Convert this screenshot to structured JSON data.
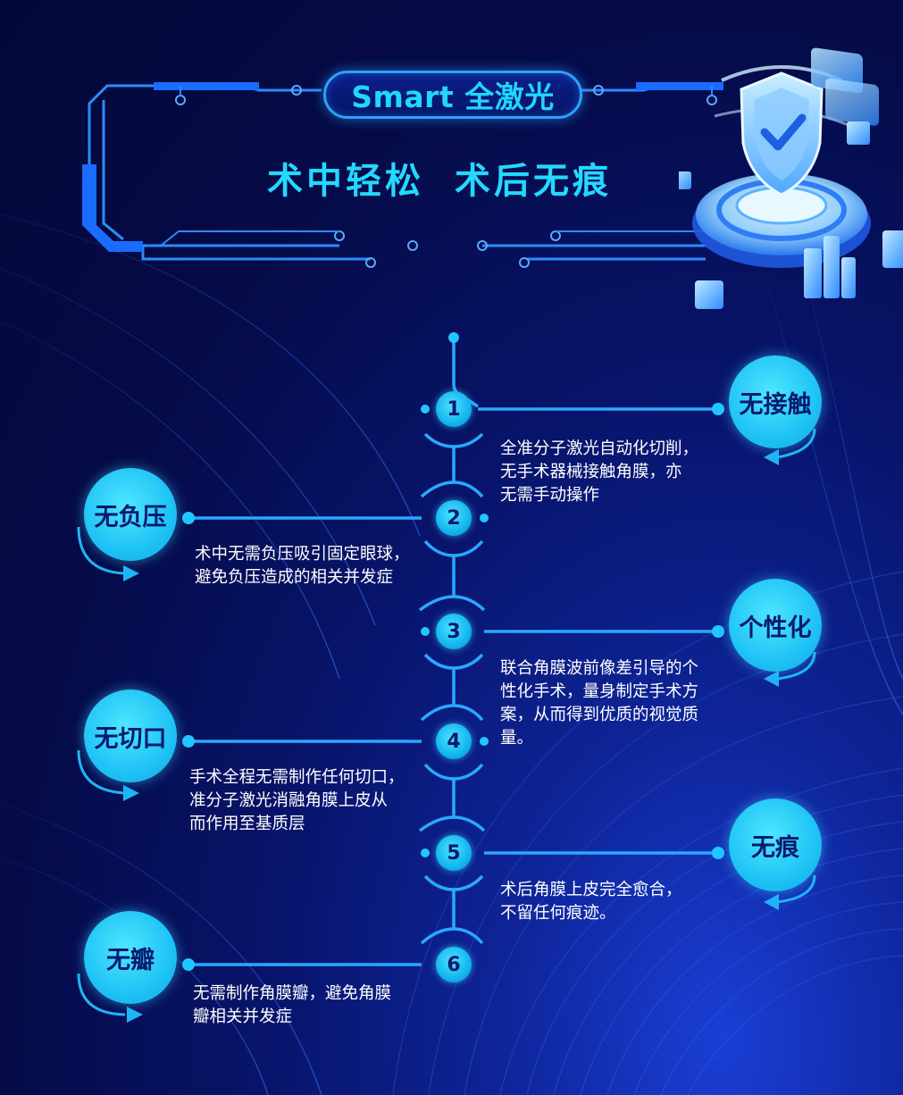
{
  "header": {
    "title": "Smart 全激光",
    "subtitle_left": "术中轻松",
    "subtitle_right": "术后无痕"
  },
  "steps": [
    {
      "number": "1",
      "label": "无接触",
      "desc_lines": [
        "全准分子激光自动化切削，",
        "无手术器械接触角膜，亦",
        "无需手动操作"
      ]
    },
    {
      "number": "2",
      "label": "无负压",
      "desc_lines": [
        "术中无需负压吸引固定眼球，",
        "避免负压造成的相关并发症"
      ]
    },
    {
      "number": "3",
      "label": "个性化",
      "desc_lines": [
        "联合角膜波前像差引导的个",
        "性化手术，量身制定手术方",
        "案，从而得到优质的视觉质",
        "量。"
      ]
    },
    {
      "number": "4",
      "label": "无切口",
      "desc_lines": [
        "手术全程无需制作任何切口，",
        "准分子激光消融角膜上皮从",
        "而作用至基质层"
      ]
    },
    {
      "number": "5",
      "label": "无痕",
      "desc_lines": [
        "术后角膜上皮完全愈合，",
        "不留任何痕迹。"
      ]
    },
    {
      "number": "6",
      "label": "无瓣",
      "desc_lines": [
        "无需制作角膜瓣，避免角膜",
        "瓣相关并发症"
      ]
    }
  ],
  "colors": {
    "accent": "#24d8ff",
    "line": "#2ea0ff",
    "badge": "#1fc3f5",
    "background": "#050b47"
  },
  "icons": [
    "shield-check-icon",
    "cube-icon",
    "arrow-curve-icon"
  ]
}
